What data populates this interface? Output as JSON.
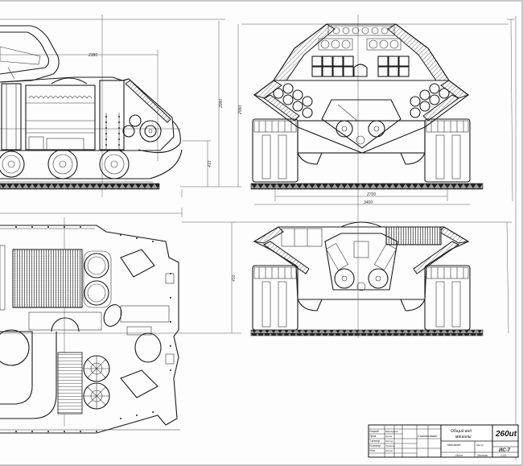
{
  "drawing": {
    "subject": "IS-7 heavy tank general arrangement drawing",
    "views": [
      {
        "id": "side-view",
        "label": "Side elevation (partial, rear half)"
      },
      {
        "id": "plan-view",
        "label": "Plan section (partial, engine compartment)"
      },
      {
        "id": "rear-view-upper",
        "label": "Rear cross-section through ammunition racks"
      },
      {
        "id": "rear-view-lower",
        "label": "Rear cross-section through engine"
      }
    ],
    "dimensions": {
      "side_top_length": "2380",
      "side_height_1": "2990",
      "side_height_2": "2990",
      "side_ground_clearance": "410",
      "rear_track_width_inner": "2700",
      "rear_track_width_outer": "3400",
      "plan_height": "410"
    },
    "colors": {
      "line": "#1a1a1a",
      "paper": "#fdfdfd",
      "frame": "#c8c8c8"
    }
  },
  "title_block": {
    "sheet_number": "260ut",
    "title_line_1": "Общий вид",
    "title_line_2": "машины",
    "material_label": "Масштаб",
    "mass_label": "Масса",
    "product_code": "ИС-7",
    "scale": "1:10",
    "sheet_label": "Лист",
    "sheets_label": "Листов",
    "designation_header": "Согласовано",
    "rows": [
      {
        "role": "Разраб.",
        "name": "Шашмурин",
        "sign": ""
      },
      {
        "role": "Пров.",
        "name": "Кизин",
        "sign": ""
      },
      {
        "role": "Т.контр.",
        "name": "Котин",
        "sign": ""
      },
      {
        "role": "Н.контр.",
        "name": "Троянов",
        "sign": ""
      },
      {
        "role": "Утв.",
        "name": "Котин",
        "sign": ""
      },
      {
        "role": "",
        "name": "",
        "sign": ""
      }
    ]
  }
}
